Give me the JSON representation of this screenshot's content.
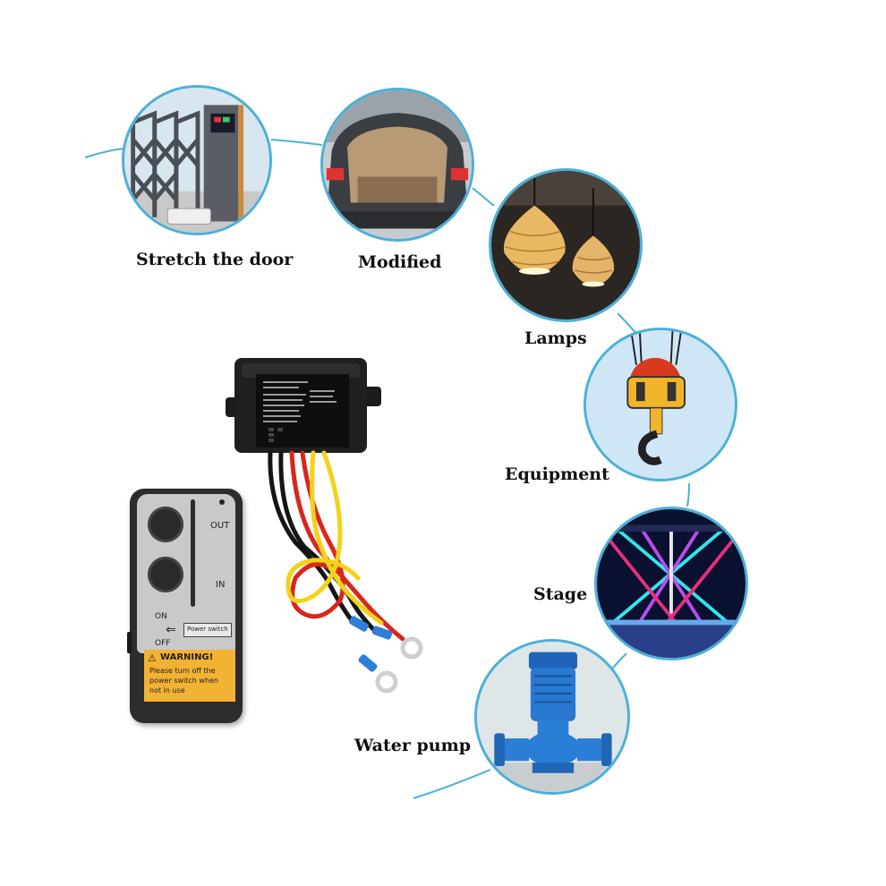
{
  "applications": [
    {
      "id": "door",
      "label": "Stretch the door",
      "icon": "stretch-door-icon"
    },
    {
      "id": "modified",
      "label": "Modified",
      "icon": "car-trunk-icon"
    },
    {
      "id": "lamps",
      "label": "Lamps",
      "icon": "pendant-lamp-icon"
    },
    {
      "id": "equipment",
      "label": "Equipment",
      "icon": "crane-hook-icon"
    },
    {
      "id": "stage",
      "label": "Stage",
      "icon": "stage-lights-icon"
    },
    {
      "id": "pump",
      "label": "Water pump",
      "icon": "water-pump-icon"
    }
  ],
  "remote": {
    "out_label": "OUT",
    "in_label": "IN",
    "on_label": "ON",
    "off_label": "OFF",
    "switch_label": "Power switch",
    "warning_title": "WARNING!",
    "warning_line1": "Please turn off the",
    "warning_line2": "power switch when",
    "warning_line3": "not  in use"
  },
  "colors": {
    "accent_line": "#4bb0d8",
    "warning_yellow": "#f2b233",
    "remote_body": "#2c2c2e",
    "wire_red": "#d9261c",
    "wire_yellow": "#f3d21a",
    "wire_black": "#151515"
  }
}
